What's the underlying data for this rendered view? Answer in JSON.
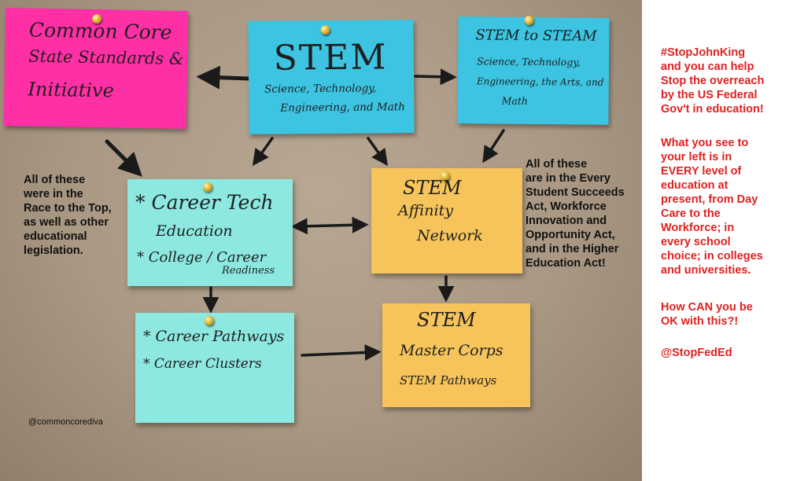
{
  "notes": {
    "common_core": {
      "line1": "Common Core",
      "line2": "State Standards &",
      "line3": "Initiative"
    },
    "stem": {
      "title": "STEM",
      "line1": "Science, Technology,",
      "line2": "Engineering, and Math"
    },
    "stem_to_steam": {
      "title": "STEM to STEAM",
      "line1": "Science, Technology,",
      "line2": "Engineering, the Arts, and",
      "line3": "Math"
    },
    "career_tech": {
      "line1": "* Career Tech",
      "line2": "Education",
      "line3": "* College / Career",
      "line4": "Readiness"
    },
    "affinity": {
      "line1": "STEM",
      "line2": "Affinity",
      "line3": "Network"
    },
    "pathways": {
      "line1": "* Career Pathways",
      "line2": "* Career Clusters"
    },
    "master_corps": {
      "title": "STEM",
      "line1": "Master Corps",
      "line2": "STEM Pathways"
    }
  },
  "labels": {
    "left": "All of these\nwere in the\nRace to the Top,\nas well as other\neducational\nlegislation.",
    "right": "All of these\nare in the Every\nStudent Succeeds\nAct, Workforce\nInnovation and\nOpportunity Act,\nand in the Higher\nEducation Act!",
    "credit": "@commoncorediva"
  },
  "sidebar": {
    "p1": "#StopJohnKing\nand you can help\nStop the overreach\nby the US Federal\nGov't in education!",
    "p2": "What you see to\nyour left is in\nEVERY level of\neducation at\npresent, from Day\nCare to the\nWorkforce; in\nevery school\nchoice; in colleges\nand universities.",
    "p3": "How CAN you be\nOK with this?!",
    "p4": "@StopFedEd"
  }
}
